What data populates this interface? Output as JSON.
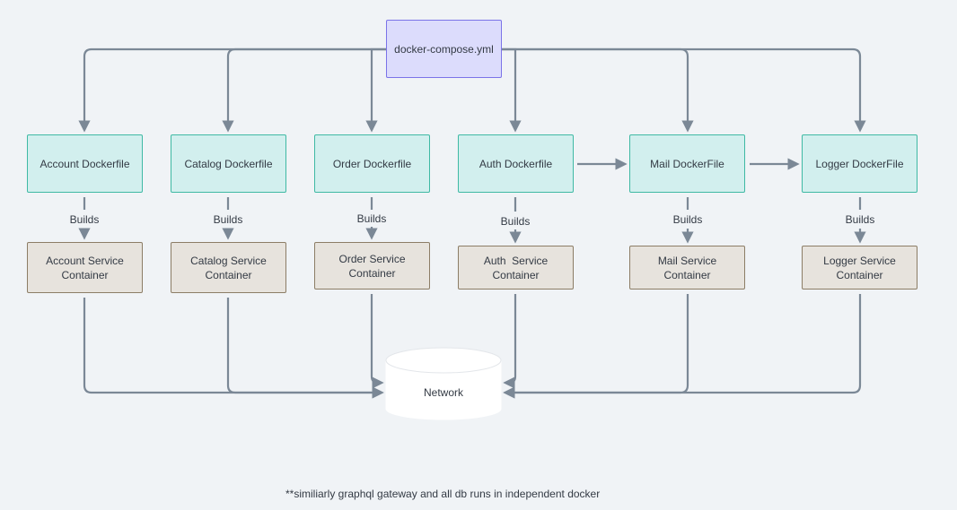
{
  "compose": {
    "label": "docker-compose.yml"
  },
  "dockerfiles": [
    {
      "id": "account",
      "label": "Account Dockerfile"
    },
    {
      "id": "catalog",
      "label": "Catalog Dockerfile"
    },
    {
      "id": "order",
      "label": "Order Dockerfile"
    },
    {
      "id": "auth",
      "label": "Auth Dockerfile"
    },
    {
      "id": "mail",
      "label": "Mail DockerFile"
    },
    {
      "id": "logger",
      "label": "Logger DockerFile"
    }
  ],
  "containers": [
    {
      "id": "account",
      "line1": "Account Service",
      "line2": "Container"
    },
    {
      "id": "catalog",
      "line1": "Catalog Service",
      "line2": "Container"
    },
    {
      "id": "order",
      "line1": "Order Service",
      "line2": "Container"
    },
    {
      "id": "auth",
      "line1": "Auth  Service",
      "line2": "Container"
    },
    {
      "id": "mail",
      "line1": "Mail Service",
      "line2": "Container"
    },
    {
      "id": "logger",
      "line1": "Logger Service",
      "line2": "Container"
    }
  ],
  "edge_label": "Builds",
  "network": {
    "label": "Network"
  },
  "footnote": "**similiarly graphql gateway and all db runs in independent docker",
  "colors": {
    "compose_fill": "#dcdcfc",
    "dockerfile_fill": "#d2efee",
    "container_fill": "#e7e3dd",
    "edge": "#7b8896"
  }
}
